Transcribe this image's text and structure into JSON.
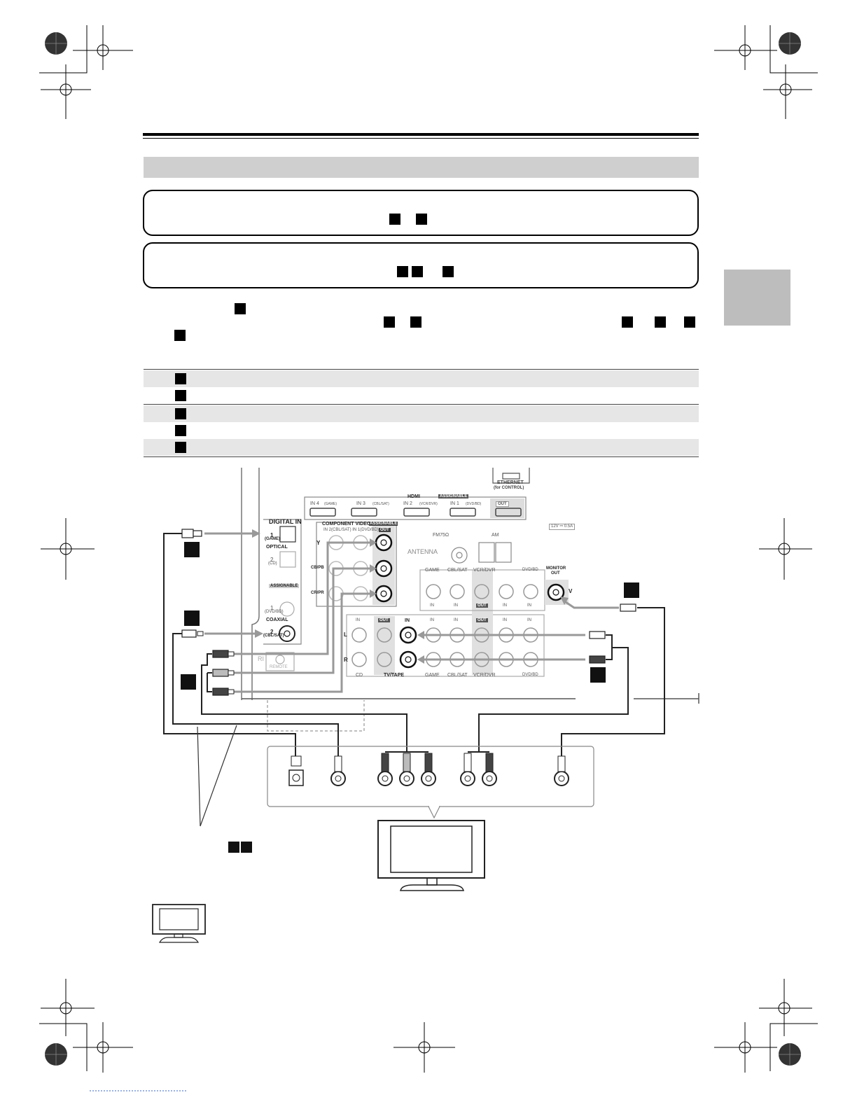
{
  "panel": {
    "digital_in": "DIGITAL IN",
    "optical": "OPTICAL",
    "opt_1": "1",
    "opt_1_sub": "(GAME)",
    "opt_2": "2",
    "opt_2_sub": "(CD)",
    "assignable": "ASSIGNABLE",
    "coax_1": "1",
    "coax_1_sub": "(DVD/BD)",
    "coaxial": "COAXIAL",
    "coax_2": "2",
    "coax_2_sub": "(CBL/SAT)",
    "component_video": "COMPONENT VIDEO",
    "comp_in_labels": "IN 2(CBL/SAT) IN 1(DVD/BD)",
    "comp_out": "OUT",
    "y": "Y",
    "pb": "CB/PB",
    "pr": "CR/PR",
    "hdmi": "HDMI",
    "hdmi_in4": "IN 4",
    "hdmi_in4_sub": "(GAME)",
    "hdmi_in3": "IN 3",
    "hdmi_in3_sub": "(CBL/SAT)",
    "hdmi_in2": "IN 2",
    "hdmi_in2_sub": "(VCR/DVR)",
    "hdmi_in1": "IN 1",
    "hdmi_in1_sub": "(DVD/BD)",
    "hdmi_out": "OUT",
    "ethernet": "ETHERNET",
    "ethernet_sub": "(for CONTROL)",
    "fm": "FM75Ω",
    "am": "AM",
    "antenna": "ANTENNA",
    "power_note": "12V ⎓ 0.5A",
    "game": "GAME",
    "cbl_sat": "CBL/SAT",
    "vcr_dvr": "VCR/DVR",
    "dvd_bd": "DVD/BD",
    "monitor_out": "MONITOR",
    "monitor_out2": "OUT",
    "v": "V",
    "in": "IN",
    "out": "OUT",
    "l": "L",
    "r": "R",
    "cd": "CD",
    "tv_tape": "TV/TAPE",
    "remote": "REMOTE",
    "ri": "RI"
  }
}
